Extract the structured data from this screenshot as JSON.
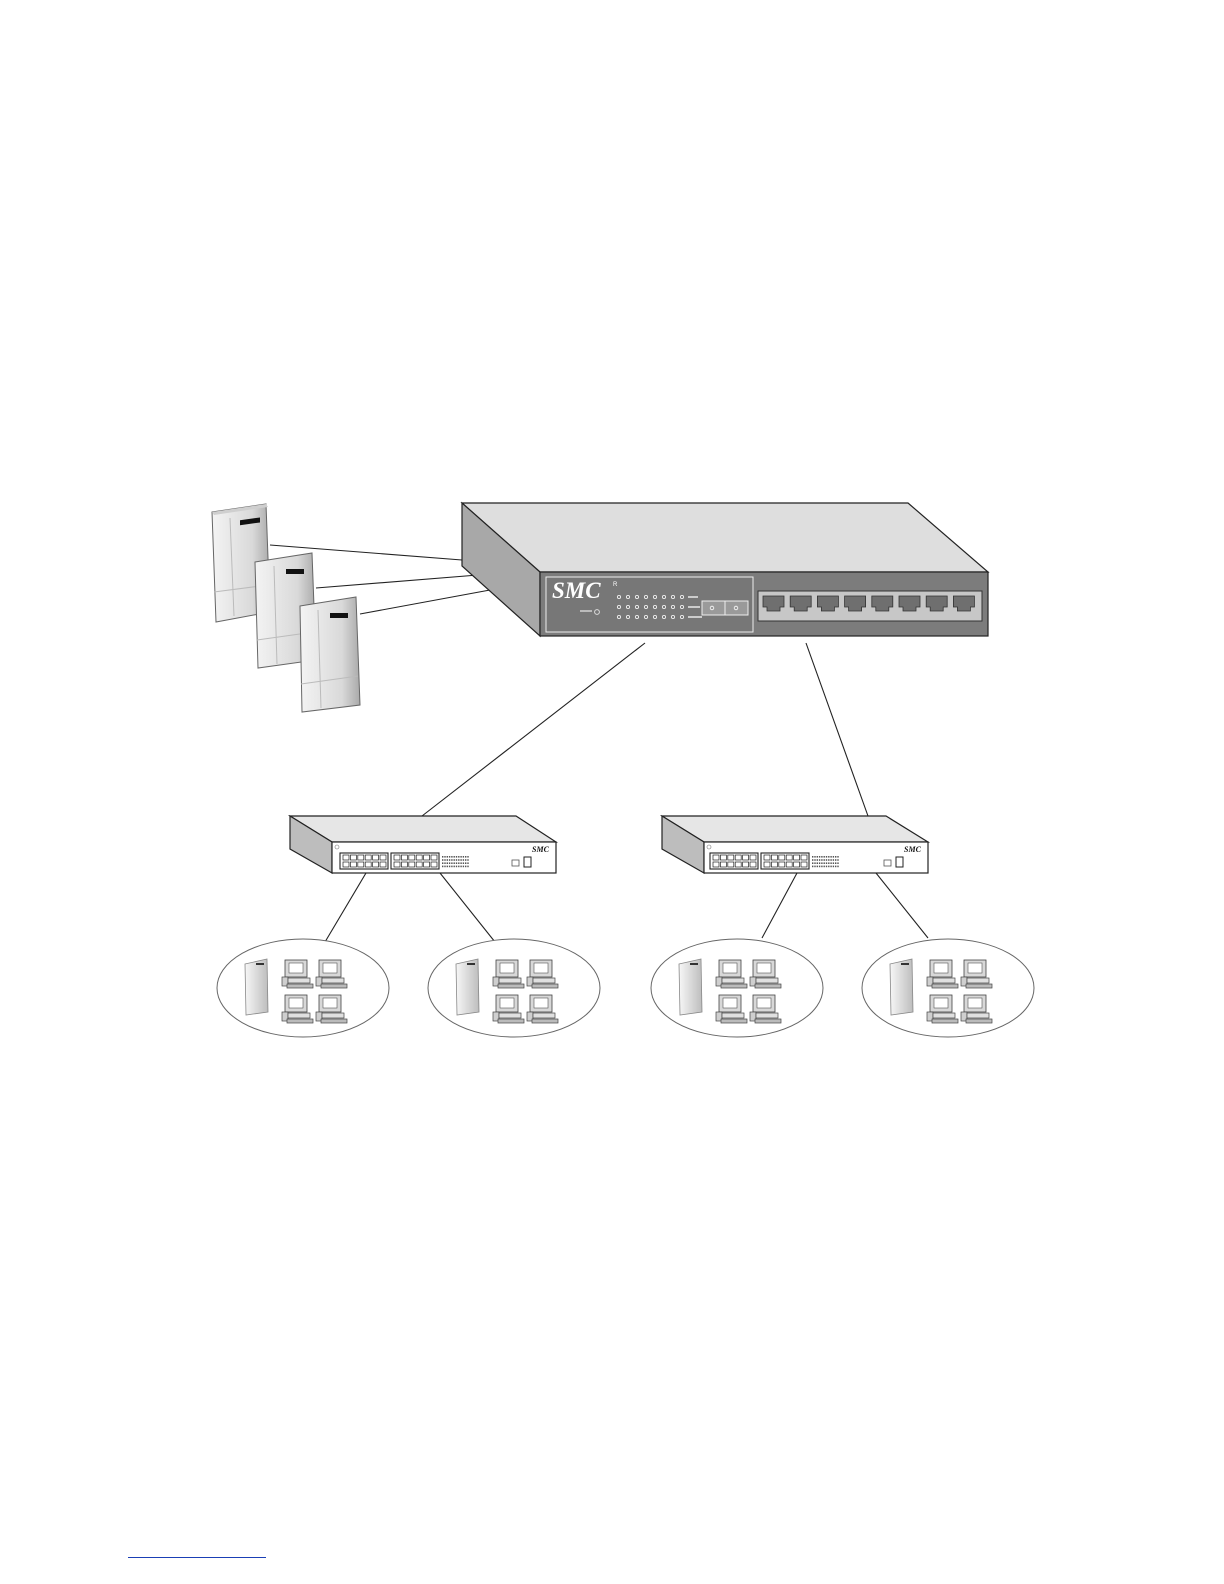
{
  "core_switch": {
    "brand_label": "SMC",
    "trademark": "R",
    "panel_color": "#7c7c7c",
    "top_color": "#d4d4d4",
    "side_color": "#a8a8a8",
    "port_count": 8,
    "led_rows": 3,
    "led_columns": 8
  },
  "servers": {
    "count": 3,
    "icon": "server-tower-icon"
  },
  "edge_switches": [
    {
      "brand_label": "SMC",
      "icon": "workgroup-switch-icon"
    },
    {
      "brand_label": "SMC",
      "icon": "workgroup-switch-icon"
    }
  ],
  "workgroups": [
    {
      "icon": "workgroup-cluster-icon",
      "servers": 1,
      "workstations": 4
    },
    {
      "icon": "workgroup-cluster-icon",
      "servers": 1,
      "workstations": 4
    },
    {
      "icon": "workgroup-cluster-icon",
      "servers": 1,
      "workstations": 4
    },
    {
      "icon": "workgroup-cluster-icon",
      "servers": 1,
      "workstations": 4
    }
  ],
  "colors": {
    "line": "#222222",
    "footnote_rule": "#1a3fb5"
  }
}
